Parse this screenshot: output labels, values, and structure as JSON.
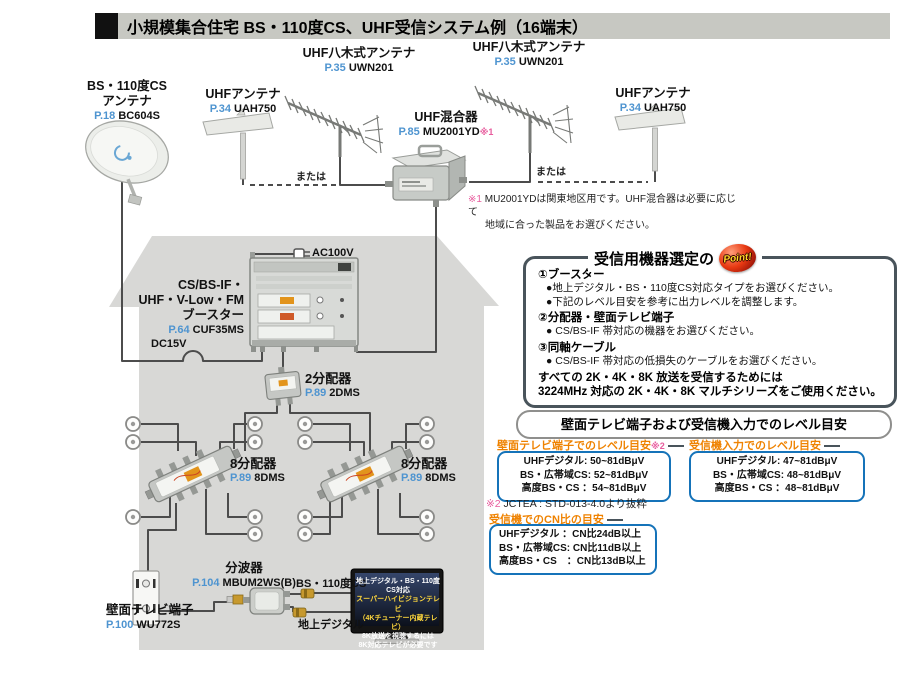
{
  "title_bar": {
    "text": "小規模集合住宅 BS・110度CS、UHF受信システム例（16端末）"
  },
  "antennas": {
    "bs": {
      "line1": "BS・110度CS",
      "line2": "アンテナ",
      "page": "P.18",
      "model": "BC604S"
    },
    "uhf_left": {
      "name": "UHFアンテナ",
      "page": "P.34",
      "model": "UAH750"
    },
    "yagi_left": {
      "name": "UHF八木式アンテナ",
      "page": "P.35",
      "model": "UWN201"
    },
    "mixer": {
      "name": "UHF混合器",
      "page": "P.85",
      "model": "MU2001YD",
      "ref": "※1"
    },
    "yagi_right": {
      "name": "UHF八木式アンテナ",
      "page": "P.35",
      "model": "UWN201"
    },
    "uhf_right": {
      "name": "UHFアンテナ",
      "page": "P.34",
      "model": "UAH750"
    }
  },
  "mixer_note": {
    "ref": "※1",
    "line1": "MU2001YDは関東地区用です。UHF混合器は必要に応じて",
    "line2": "地域に合った製品をお選びください。"
  },
  "labels": {
    "or_left": "または",
    "or_right": "または",
    "ac": "AC100V",
    "dc": "DC15V",
    "bs_cs_out": "BS・110度CS",
    "terr_out": "地上デジタル"
  },
  "indoor": {
    "booster": {
      "line1": "CS/BS-IF・",
      "line2": "UHF・V-Low・FM",
      "line3": "ブースター",
      "page": "P.64",
      "model": "CUF35MS"
    },
    "splitter2": {
      "name": "2分配器",
      "page": "P.89",
      "model": "2DMS"
    },
    "splitter8_left": {
      "name": "8分配器",
      "page": "P.89",
      "model": "8DMS"
    },
    "splitter8_right": {
      "name": "8分配器",
      "page": "P.89",
      "model": "8DMS"
    },
    "separator": {
      "name": "分波器",
      "page": "P.104",
      "model": "MBUM2WS(B)"
    },
    "wall_terminal": {
      "name": "壁面テレビ端子",
      "page": "P.100",
      "model": "WU772S"
    },
    "tv_lines": [
      "地上デジタル・BS・110度CS対応",
      "スーパーハイビジョンテレビ",
      "（4Kチューナー内蔵テレビ）",
      "8K放送を視聴するには",
      "8K対応テレビが必要です"
    ]
  },
  "point_box": {
    "title": "受信用機器選定の",
    "badge": "Point!",
    "h1": "①ブースター",
    "b1": "●地上デジタル・BS・110度CS対応タイプをお選びください。",
    "b2": "●下記のレベル目安を参考に出力レベルを調整します。",
    "h2": "②分配器・壁面テレビ端子",
    "b3": "● CS/BS-IF 帯対応の機器をお選びください。",
    "h3": "③同軸ケーブル",
    "b4": "● CS/BS-IF 帯対応の低損失のケーブルをお選びください。",
    "f1": "すべての 2K・4K・8K 放送を受信するためには",
    "f2": "3224MHz 対応の 2K・4K・8K マルチシリーズをご使用ください。"
  },
  "level_section": {
    "title": "壁面テレビ端子および受信機入力でのレベル目安",
    "wall": {
      "header": "壁面テレビ端子でのレベル目安",
      "ref": "※2",
      "rows": [
        "UHFデジタル: 50~81dBμV",
        "BS・広帯域CS: 52~81dBμV",
        "高度BS・CS ：54~81dBμV"
      ]
    },
    "receiver": {
      "header": "受信機入力でのレベル目安",
      "rows": [
        "UHFデジタル: 47~81dBμV",
        "BS・広帯域CS: 48~81dBμV",
        "高度BS・CS ：48~81dBμV"
      ]
    },
    "note": {
      "ref": "※2",
      "text": " JCTEA : STD-013-4.0より抜粋"
    },
    "cn": {
      "header": "受信機でのCN比の目安",
      "rows": [
        "UHFデジタル ：CN比24dB以上",
        "BS・広帯域CS: CN比11dB以上",
        "高度BS・CS　：CN比13dB以上"
      ]
    }
  },
  "colors": {
    "accent_orange": "#ef8200",
    "table_border_blue": "#1573b9",
    "page_link_blue": "#4e94d0",
    "ref_pink": "#e85d9e",
    "point_badge_red": "#e83912",
    "house_gray": "#d8d8d6"
  }
}
